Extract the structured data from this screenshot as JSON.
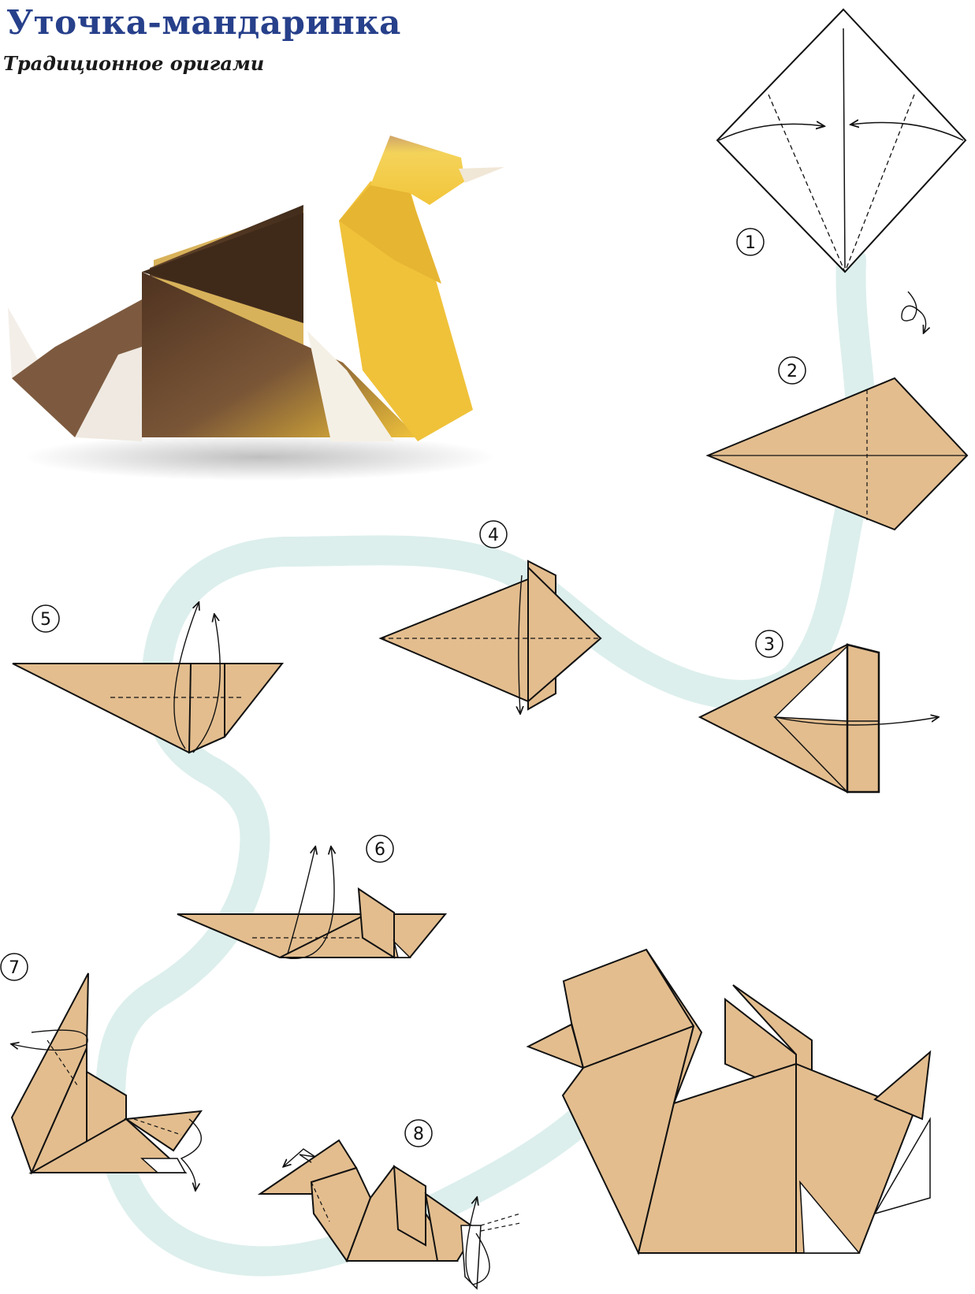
{
  "header": {
    "title": "Уточка-мандаринка",
    "subtitle": "Традиционное оригами"
  },
  "steps": [
    {
      "number": "1"
    },
    {
      "number": "2"
    },
    {
      "number": "3"
    },
    {
      "number": "4"
    },
    {
      "number": "5"
    },
    {
      "number": "6"
    },
    {
      "number": "7"
    },
    {
      "number": "8"
    }
  ],
  "colors": {
    "title": "#27408b",
    "paper": "#e3bd8e",
    "path": "#dcefec",
    "line": "#111111",
    "photo_yellow": "#f2c53a",
    "photo_brown": "#6e4a30"
  },
  "icons": [
    "flip-over-icon",
    "fold-arrow-icon",
    "step-number-circle"
  ]
}
